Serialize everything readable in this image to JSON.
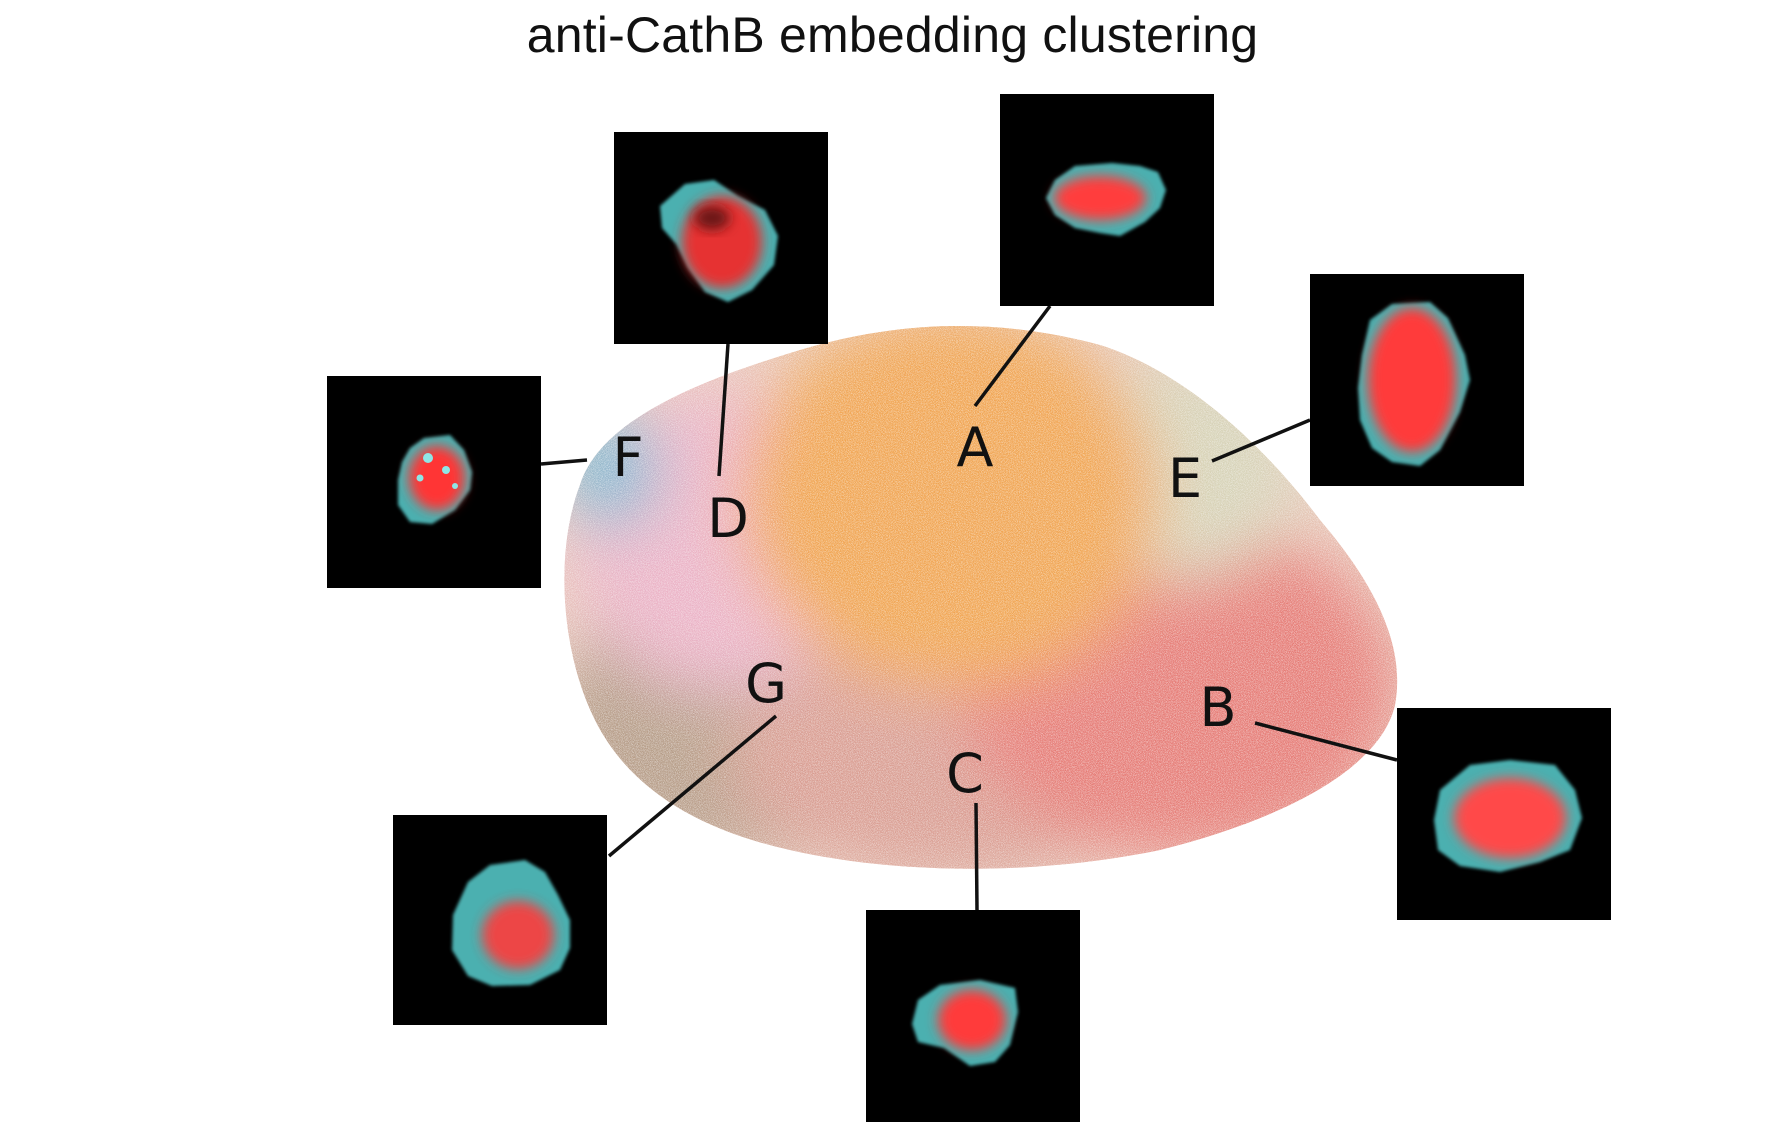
{
  "title": "anti-CathB embedding clustering",
  "clusters": [
    {
      "id": "A",
      "label": "A",
      "color": "#f0a24e"
    },
    {
      "id": "B",
      "label": "B",
      "color": "#e57872"
    },
    {
      "id": "C",
      "label": "C",
      "color": "#d89a8e"
    },
    {
      "id": "D",
      "label": "D",
      "color": "#eab0c4"
    },
    {
      "id": "E",
      "label": "E",
      "color": "#d5d1b5"
    },
    {
      "id": "F",
      "label": "F",
      "color": "#7fb5cf"
    },
    {
      "id": "G",
      "label": "G",
      "color": "#b49a84"
    }
  ],
  "cell_colors": {
    "nucleus": "#ff3a3a",
    "membrane": "#4fb7b7",
    "background": "#000000"
  }
}
